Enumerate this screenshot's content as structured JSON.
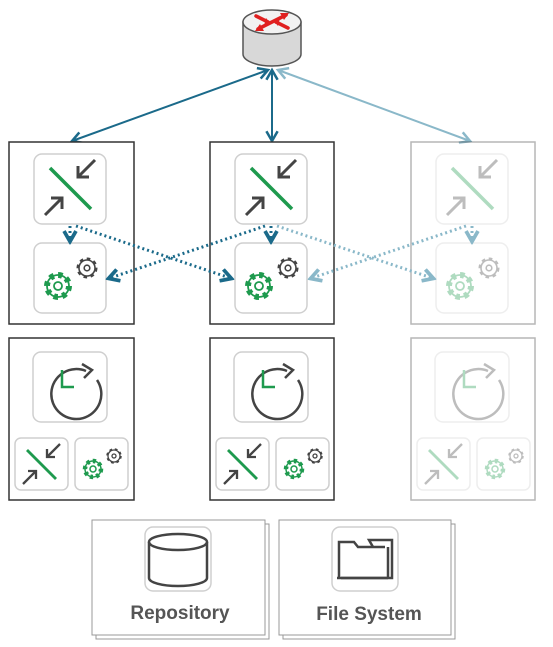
{
  "diagram": {
    "router": {
      "icon": "router-icon"
    },
    "upper_nodes": [
      {
        "state": "active",
        "icons": [
          "load-balancer-icon",
          "gears-icon"
        ]
      },
      {
        "state": "active",
        "icons": [
          "load-balancer-icon",
          "gears-icon"
        ]
      },
      {
        "state": "faded",
        "icons": [
          "load-balancer-icon",
          "gears-icon"
        ]
      }
    ],
    "lower_nodes": [
      {
        "state": "active",
        "icons": [
          "clock-icon",
          "load-balancer-icon",
          "gears-icon"
        ]
      },
      {
        "state": "active",
        "icons": [
          "clock-icon",
          "load-balancer-icon",
          "gears-icon"
        ]
      },
      {
        "state": "faded",
        "icons": [
          "clock-icon",
          "load-balancer-icon",
          "gears-icon"
        ]
      }
    ],
    "storage": [
      {
        "label": "Repository",
        "icon": "database-icon"
      },
      {
        "label": "File System",
        "icon": "folder-icon"
      }
    ],
    "colors": {
      "arrow": "#1b6a8a",
      "arrow_faded": "#8ab8c9",
      "green": "#1e9a4e",
      "dark": "#444444",
      "box_border": "#333333",
      "router_red": "#e02020"
    }
  }
}
